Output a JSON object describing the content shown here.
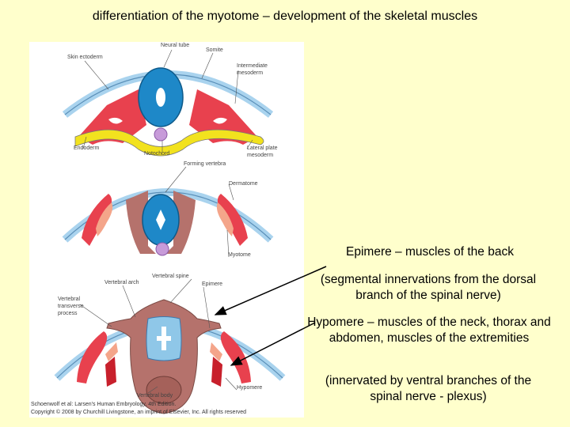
{
  "title": "differentiation of the myotome – development of the skeletal muscles",
  "figure": {
    "labels": {
      "skin_ectoderm": "Skin ectoderm",
      "neural_tube": "Neural tube",
      "somite": "Somite",
      "intermediate_mesoderm_1": "Intermediate",
      "intermediate_mesoderm_2": "mesoderm",
      "endoderm": "Endoderm",
      "notochord": "Notochord",
      "lateral_plate_1": "Lateral plate",
      "lateral_plate_2": "mesoderm",
      "forming_vertebra": "Forming vertebra",
      "dermatome": "Dermatome",
      "myotome": "Myotome",
      "vertebral_spine": "Vertebral spine",
      "vertebral_arch": "Vertebral arch",
      "epimere": "Epimere",
      "vertebral_transverse_1": "Vertebral",
      "vertebral_transverse_2": "transverse",
      "vertebral_transverse_3": "process",
      "vertebral_body": "Vertebral body",
      "hypomere": "Hypomere"
    },
    "credit_line1": "Schoenwolf et al: Larsen's Human Embryology, 4th Edition.",
    "credit_line2": "Copyright © 2008 by Churchill Livingstone, an imprint of Elsevier, Inc. All rights reserved"
  },
  "annotations": {
    "epimere": "Epimere – muscles of the back",
    "epimere_note": "(segmental innervations from the dorsal branch of the spinal nerve)",
    "hypomere": "Hypomere – muscles of the neck, thorax and abdomen, muscles of the extremities",
    "hypomere_note": "(innervated by ventral branches of the spinal nerve - plexus)"
  },
  "colors": {
    "background": "#FFFFCC",
    "neural_tube": "#1E88C8",
    "somite": "#E8414E",
    "endoderm": "#F2E21E",
    "notochord": "#C79BD9",
    "vertebra": "#B5726C",
    "ectoderm": "#A9D3EE"
  }
}
